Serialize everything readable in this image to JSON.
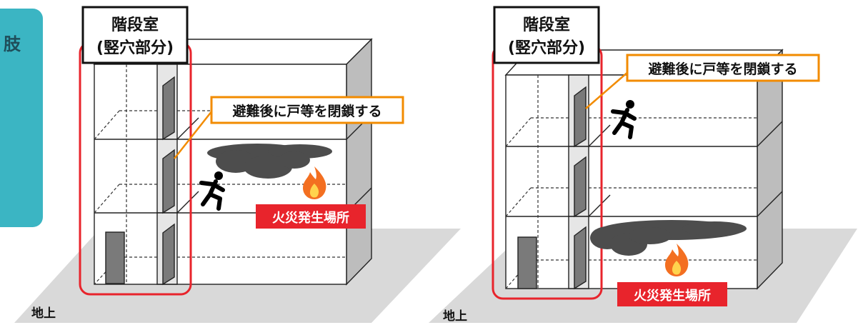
{
  "side_tab": {
    "text": "肢",
    "color": "#3bb5c3"
  },
  "colors": {
    "highlight_red": "#e8242c",
    "callout_orange": "#f28b00",
    "fire_tag_bg": "#e8242c",
    "smoke": "#4d4d4d",
    "ground": "#d9d9d9"
  },
  "left_panel": {
    "stair_label_line1": "階段室",
    "stair_label_line2": "(竪穴部分)",
    "callout": "避難後に戸等を閉鎖する",
    "fire_tag": "火災発生場所",
    "ground_label": "地上",
    "icons": [
      "running-person-icon",
      "fire-icon",
      "smoke-cloud-icon"
    ]
  },
  "right_panel": {
    "stair_label_line1": "階段室",
    "stair_label_line2": "(竪穴部分)",
    "callout": "避難後に戸等を閉鎖する",
    "fire_tag": "火災発生場所",
    "ground_label": "地上",
    "icons": [
      "running-person-icon",
      "fire-icon",
      "smoke-cloud-icon"
    ]
  }
}
